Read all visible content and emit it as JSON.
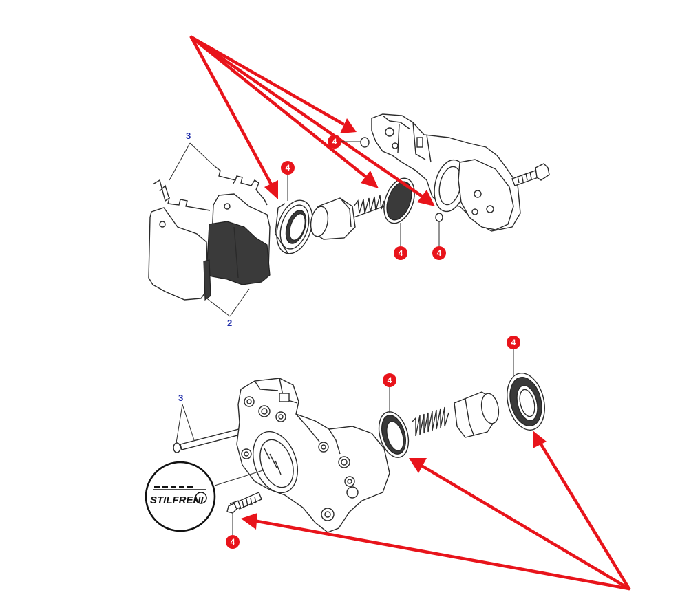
{
  "labels": {
    "upper_pads": "2",
    "upper_springs": "3",
    "lower_pin": "3"
  },
  "badges": {
    "seal_upper_left": "4",
    "oring_upper_small": "4",
    "seal_upper_mid": "4",
    "oring_upper_right": "4",
    "seal_lower_mid": "4",
    "seal_lower_right": "4",
    "bleeder_lower": "4"
  },
  "logo": {
    "text": "STILFRENI"
  },
  "colors": {
    "arrow": "#e8141b",
    "badge": "#e8141b",
    "label_blue": "#1c2aa8"
  }
}
